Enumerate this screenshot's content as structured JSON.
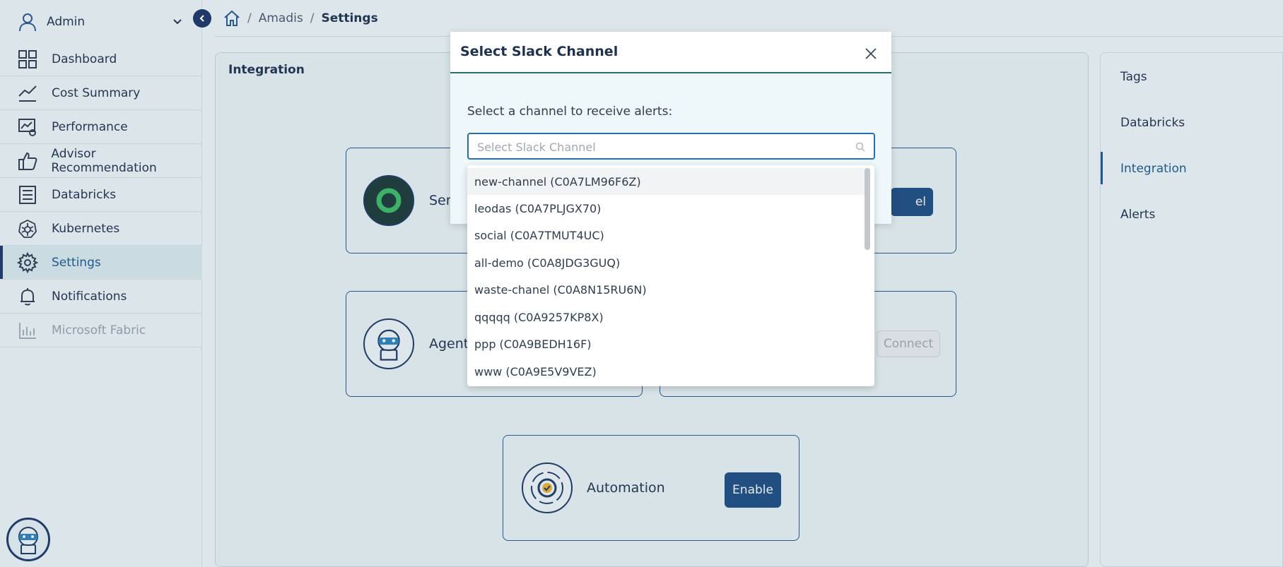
{
  "sidebar": {
    "user": "Admin",
    "items": [
      {
        "label": "Dashboard",
        "icon": "dashboard-grid-icon"
      },
      {
        "label": "Cost Summary",
        "icon": "line-chart-icon"
      },
      {
        "label": "Performance",
        "icon": "monitor-eye-icon"
      },
      {
        "label": "Advisor Recommendation",
        "icon": "thumbs-up-icon"
      },
      {
        "label": "Databricks",
        "icon": "stack-list-icon"
      },
      {
        "label": "Kubernetes",
        "icon": "kubernetes-icon"
      },
      {
        "label": "Settings",
        "icon": "gear-icon",
        "active": true
      },
      {
        "label": "Notifications",
        "icon": "bell-icon"
      },
      {
        "label": "Microsoft Fabric",
        "icon": "bar-chart-icon",
        "disabled": true
      }
    ]
  },
  "breadcrumb": {
    "items": [
      "Amadis",
      "Settings"
    ],
    "separator": "/"
  },
  "main": {
    "title": "Integration",
    "cards": [
      {
        "name": "Ser",
        "button": "el"
      },
      {
        "name": "Agent",
        "button": "Connect"
      },
      {
        "name": "Automation",
        "button": "Enable"
      }
    ]
  },
  "right_panel": {
    "items": [
      "Tags",
      "Databricks",
      "Integration",
      "Alerts"
    ],
    "active": "Integration"
  },
  "modal": {
    "title": "Select Slack Channel",
    "label": "Select a channel to receive alerts:",
    "placeholder": "Select Slack Channel"
  },
  "dropdown": {
    "options": [
      "new-channel (C0A7LM96F6Z)",
      "leodas (C0A7PLJGX70)",
      "social (C0A7TMUT4UC)",
      "all-demo (C0A8JDG3GUQ)",
      "waste-chanel (C0A8N15RU6N)",
      "qqqqq (C0A9257KP8X)",
      "ppp (C0A9BEDH16F)",
      "www (C0A9E5V9VEZ)"
    ]
  },
  "colors": {
    "primary": "#1f4f86",
    "navy": "#1f3a68",
    "accent_text": "#1e5a93",
    "modal_rule": "#2c6f68"
  }
}
